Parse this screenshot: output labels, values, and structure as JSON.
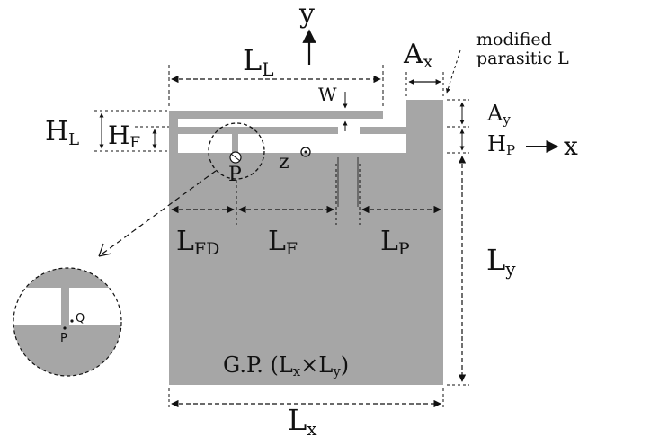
{
  "colors": {
    "metal": "#a6a6a6",
    "ink": "#111111",
    "background": "#ffffff"
  },
  "axes": {
    "y": "y",
    "x": "x",
    "z": "z"
  },
  "labels": {
    "LL_main": "L",
    "LL_sub": "L",
    "Ax_main": "A",
    "Ax_sub": "x",
    "modified_line1": "modified",
    "modified_line2": "parasitic L",
    "W": "W",
    "Ay_main": "A",
    "Ay_sub": "y",
    "HP_main": "H",
    "HP_sub": "P",
    "HL_main": "H",
    "HL_sub": "L",
    "HF_main": "H",
    "HF_sub": "F",
    "P": "P",
    "LFD_main": "L",
    "LFD_sub": "FD",
    "LF_main": "L",
    "LF_sub": "F",
    "LP_main": "L",
    "LP_sub": "P",
    "Ly_main": "L",
    "Ly_sub": "y",
    "Lx_main": "L",
    "Lx_sub": "x",
    "GP_prefix": "G.P. (L",
    "GP_sub1": "x",
    "GP_mid": "×L",
    "GP_sub2": "y",
    "GP_suffix": ")",
    "inset_Q": "Q",
    "inset_P": "P"
  }
}
